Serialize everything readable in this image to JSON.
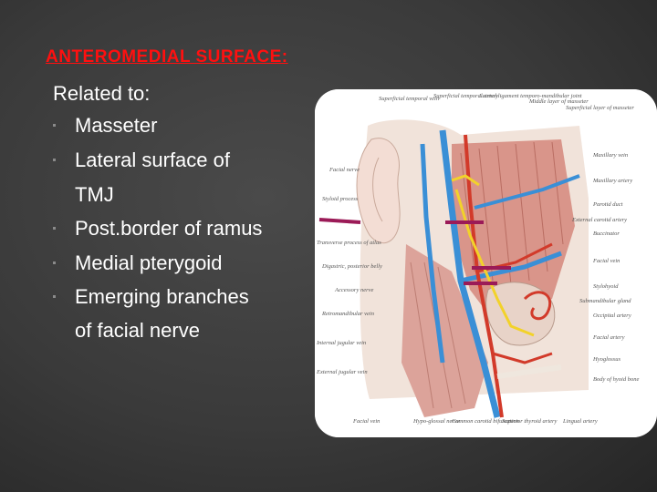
{
  "slide": {
    "title": "ANTEROMEDIAL SURFACE:",
    "intro": "Related to:",
    "bullets": [
      {
        "text": "Masseter"
      },
      {
        "text": "Lateral surface of",
        "continuation": "TMJ"
      },
      {
        "text": "Post.border of ramus"
      },
      {
        "text": "Medial pterygoid"
      },
      {
        "text": "Emerging branches",
        "continuation": " of facial nerve"
      }
    ]
  },
  "figure": {
    "labels_top": [
      "Superficial temporal vein",
      "Superficial temporal artery",
      "Lateral ligament temporo-mandibular joint",
      "Middle layer of masseter",
      "Superficial layer of masseter"
    ],
    "labels_left": [
      "Facial nerve",
      "Styloid process",
      "Transverse process of atlas",
      "Digastric, posterior belly",
      "Accessory nerve",
      "Retromandibular vein",
      "Internal jugular vein",
      "External jugular vein",
      "Facial vein"
    ],
    "labels_right": [
      "Maxillary vein",
      "Maxillary artery",
      "Parotid duct",
      "External carotid artery",
      "Buccinator",
      "Facial vein",
      "Stylohyoid",
      "Submandibular gland",
      "Occipital artery",
      "Facial artery",
      "Hyoglossus",
      "Body of hyoid bone"
    ],
    "labels_bottom": [
      "Hypo-glossal nerve",
      "Common carotid bifurcation",
      "Superior thyroid artery",
      "Lingual artery"
    ]
  },
  "colors": {
    "title": "#ff1010",
    "text": "#ffffff",
    "arrow": "#9b1a57",
    "vein": "#3a8fd6",
    "artery": "#d23a2a",
    "nerve": "#f2d22a",
    "muscle": "#d9958a"
  }
}
